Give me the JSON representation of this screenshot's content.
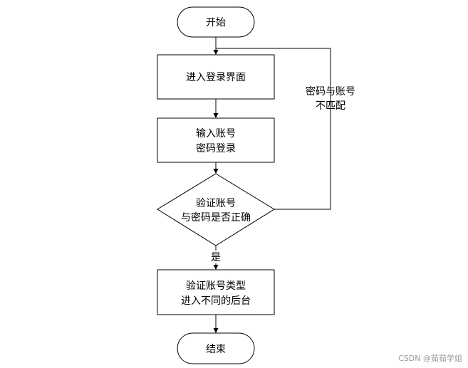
{
  "nodes": {
    "start": "开始",
    "login_page": "进入登录界面",
    "input_line1": "输入账号",
    "input_line2": "密码登录",
    "verify_line1": "验证账号",
    "verify_line2": "与密码是否正确",
    "type_line1": "验证账号类型",
    "type_line2": "进入不同的后台",
    "end": "结束"
  },
  "edges": {
    "yes_label": "是",
    "mismatch_line1": "密码与账号",
    "mismatch_line2": "不匹配"
  },
  "watermark": "CSDN @茹茹学姐",
  "colors": {
    "stroke": "#000000",
    "fill": "#ffffff",
    "watermark": "#9a9a9a"
  }
}
